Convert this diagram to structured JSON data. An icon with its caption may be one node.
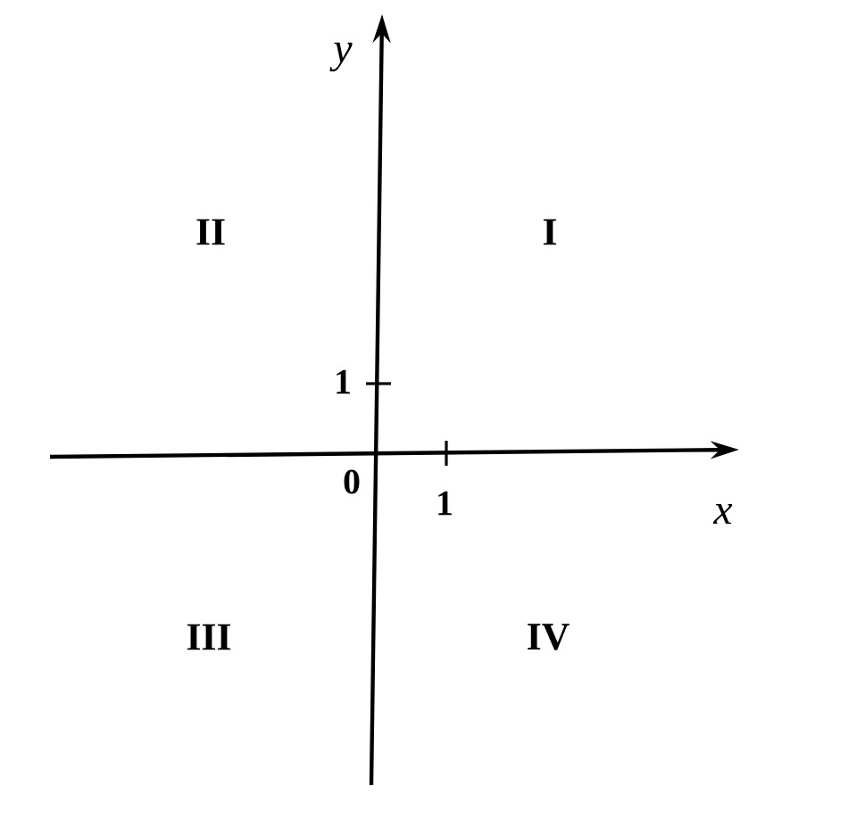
{
  "diagram": {
    "labels": [
      "y",
      "II",
      "I",
      "1",
      "0",
      "1",
      "x",
      "III",
      "IV"
    ]
  }
}
